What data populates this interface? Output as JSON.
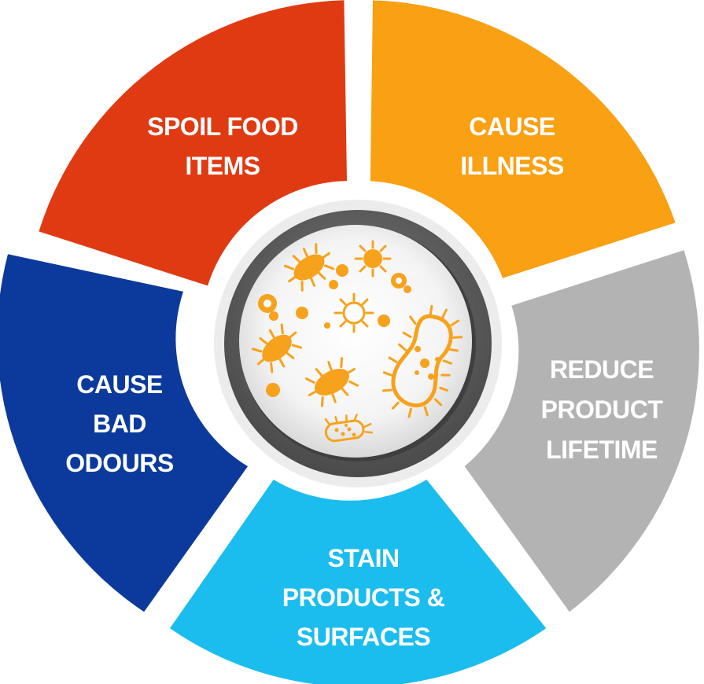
{
  "diagram": {
    "segments": [
      {
        "id": "spoil-food",
        "lines": [
          "SPOIL FOOD",
          "ITEMS"
        ],
        "color": "#e03a12"
      },
      {
        "id": "cause-illness",
        "lines": [
          "CAUSE",
          "ILLNESS"
        ],
        "color": "#f9a013"
      },
      {
        "id": "reduce-lifetime",
        "lines": [
          "REDUCE",
          "PRODUCT",
          "LIFETIME"
        ],
        "color": "#b3b3b3"
      },
      {
        "id": "stain-products",
        "lines": [
          "STAIN",
          "PRODUCTS &",
          "SURFACES"
        ],
        "color": "#1bbdee"
      },
      {
        "id": "bad-odours",
        "lines": [
          "CAUSE",
          "BAD",
          "ODOURS"
        ],
        "color": "#0b3a9c"
      }
    ],
    "center": {
      "icon": "bacteria-microbes-icon",
      "ring_color": "#5a5a5a",
      "microbe_color": "#f7a21c"
    }
  }
}
